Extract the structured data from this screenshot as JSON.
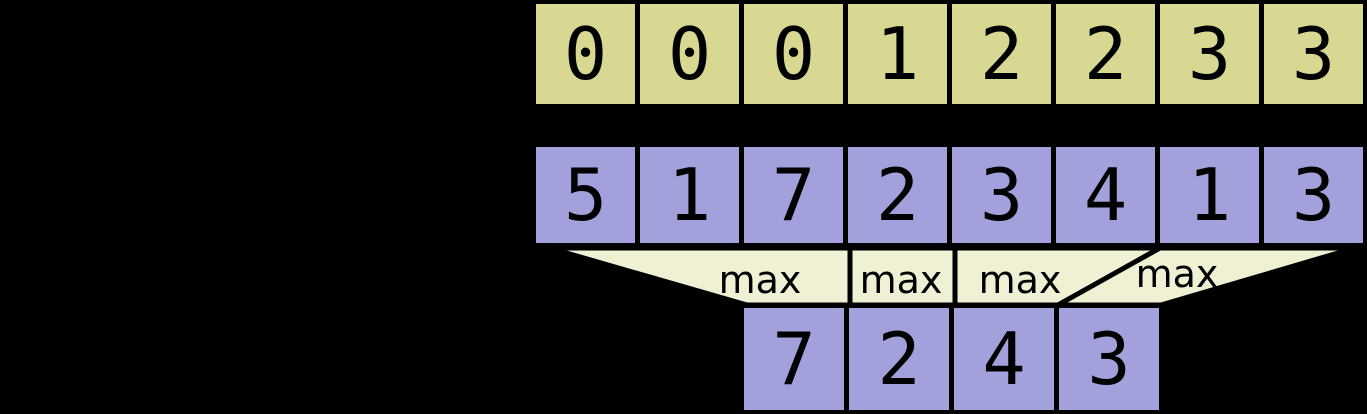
{
  "colors": {
    "background": "#000000",
    "key_cell_fill": "#d8d893",
    "value_cell_fill": "#a2a1dc",
    "result_cell_fill": "#a2a1dc",
    "operator_band_fill": "#f0f0d4",
    "border": "#000000",
    "text": "#000000"
  },
  "keys_row": {
    "cells": [
      "0",
      "0",
      "0",
      "1",
      "2",
      "2",
      "3",
      "3"
    ]
  },
  "values_row": {
    "cells": [
      "5",
      "1",
      "7",
      "2",
      "3",
      "4",
      "1",
      "3"
    ]
  },
  "operators": {
    "labels": [
      "max",
      "max",
      "max",
      "max"
    ]
  },
  "result_row": {
    "cells": [
      "7",
      "2",
      "4",
      "3"
    ]
  }
}
